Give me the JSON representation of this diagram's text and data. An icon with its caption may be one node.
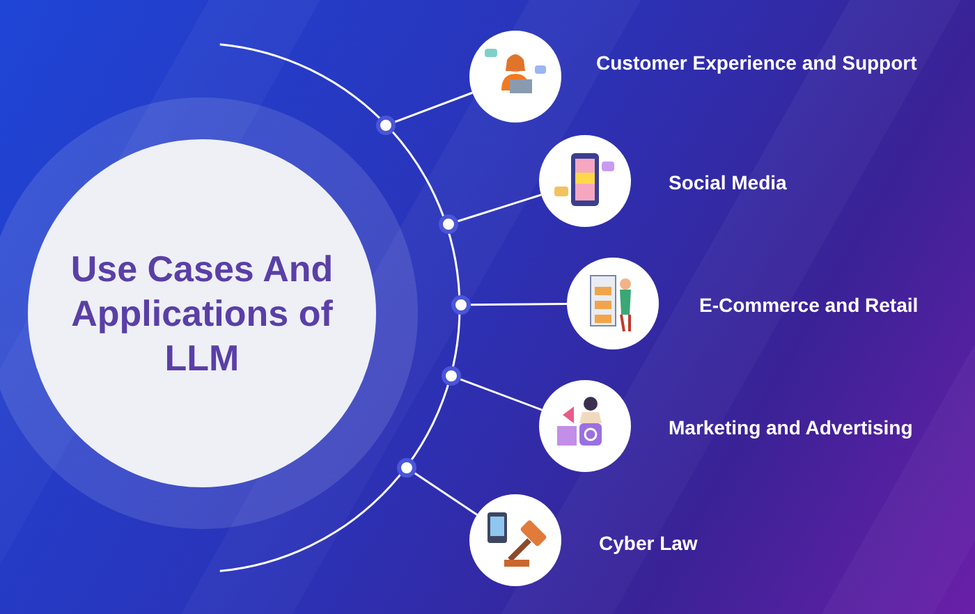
{
  "diagram": {
    "nodes": [
      {
        "text": [
          "Use Cases And Applications of LLM"
        ]
      },
      {
        "text": [],
        "shape": "picture",
        "beside": [
          "Customer Experience and Support"
        ]
      },
      {
        "text": [],
        "shape": "picture",
        "beside": [
          "Social Media"
        ]
      },
      {
        "text": [],
        "shape": "picture",
        "beside": [
          "E-Commerce and Retail"
        ]
      },
      {
        "text": [],
        "shape": "picture",
        "beside": [
          "Marketing and Advertising"
        ]
      },
      {
        "text": [],
        "shape": "picture",
        "beside": [
          "Cyber Law"
        ]
      },
      {
        "text": [],
        "shape": "circle"
      },
      {
        "text": [],
        "shape": "circle"
      },
      {
        "text": [],
        "shape": "circle"
      },
      {
        "text": [],
        "shape": "circle"
      },
      {
        "text": [],
        "shape": "circle"
      }
    ],
    "edges": [
      {
        "from": 6,
        "to": 1,
        "arrow": "none"
      },
      {
        "from": 7,
        "to": 2,
        "arrow": "none"
      },
      {
        "from": 8,
        "to": 3,
        "arrow": "none"
      },
      {
        "from": 9,
        "to": 4,
        "arrow": "none"
      },
      {
        "from": 10,
        "to": 5,
        "arrow": "none"
      }
    ]
  }
}
